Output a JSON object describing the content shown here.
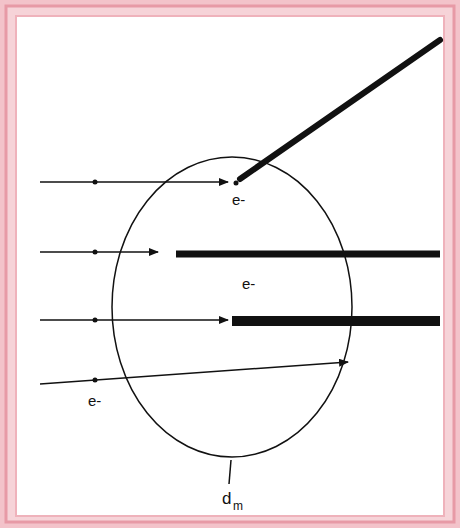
{
  "diagram": {
    "labels": [
      "e-",
      "e-",
      "e-",
      "d",
      "m"
    ]
  }
}
